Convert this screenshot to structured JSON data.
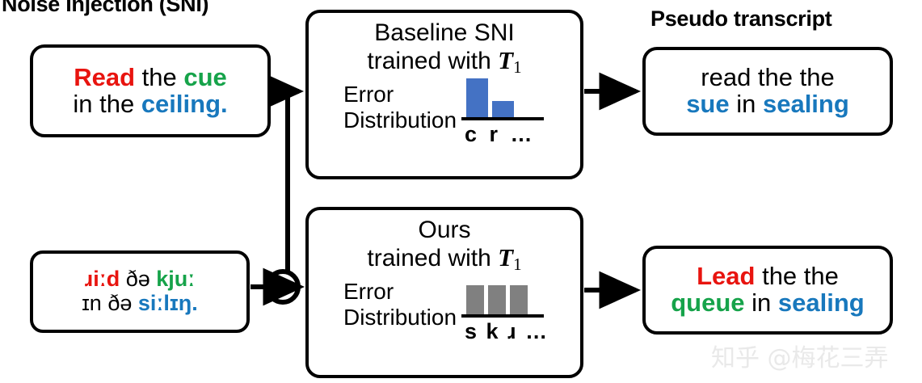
{
  "title": "Noise Injection (SNI)",
  "pseudo_heading": "Pseudo transcript",
  "colors": {
    "red": "#e8140f",
    "green": "#16a34a",
    "blue": "#1878bd",
    "bar_blue": "#4472c4",
    "bar_gray": "#808080",
    "stroke": "#000000",
    "background": "#ffffff",
    "watermark": "#e9e9e9"
  },
  "prompt_box": {
    "line1": {
      "w1": "Read",
      "w2": " the ",
      "w3": "cue"
    },
    "line2": {
      "w1": "in the ",
      "w2": "ceiling."
    }
  },
  "phonetic_box": {
    "line1": {
      "w1": "ɹiːd",
      "w2": " ðə ",
      "w3": "kjuː"
    },
    "line2": {
      "w1": "ɪn ðə ",
      "w2": "siːlɪŋ."
    }
  },
  "adder": {
    "symbol": "+"
  },
  "baseline_box": {
    "title_line1": "Baseline SNI",
    "title_line2_prefix": "trained with ",
    "title_symbol": "T",
    "title_subscript": "1",
    "error_label_line1": "Error",
    "error_label_line2": "Distribution",
    "chart": {
      "type": "bar",
      "categories": [
        "c",
        "r",
        "…"
      ],
      "values": [
        50,
        22,
        0
      ],
      "ylim": [
        0,
        50
      ],
      "bar_color": "#4472c4",
      "tick_label_text": "c r …"
    }
  },
  "ours_box": {
    "title_line1": "Ours",
    "title_line2_prefix": "trained with ",
    "title_symbol": "T",
    "title_subscript": "1",
    "error_label_line1": "Error",
    "error_label_line2": "Distribution",
    "chart": {
      "type": "bar",
      "categories": [
        "s",
        "k",
        "ɹ",
        "…"
      ],
      "values": [
        38,
        38,
        38,
        0
      ],
      "ylim": [
        0,
        50
      ],
      "bar_color": "#808080",
      "tick_label_text": "s k ɹ …"
    }
  },
  "pseudo_top_box": {
    "line1": "read the the",
    "line2": {
      "w1": "sue",
      "w2": " in ",
      "w3": "sealing"
    }
  },
  "pseudo_bottom_box": {
    "line1": {
      "w1": "Lead",
      "w2": " the the"
    },
    "line2": {
      "w1": "queue",
      "w2": " in ",
      "w3": "sealing"
    }
  },
  "watermark": "知乎 @梅花三弄"
}
